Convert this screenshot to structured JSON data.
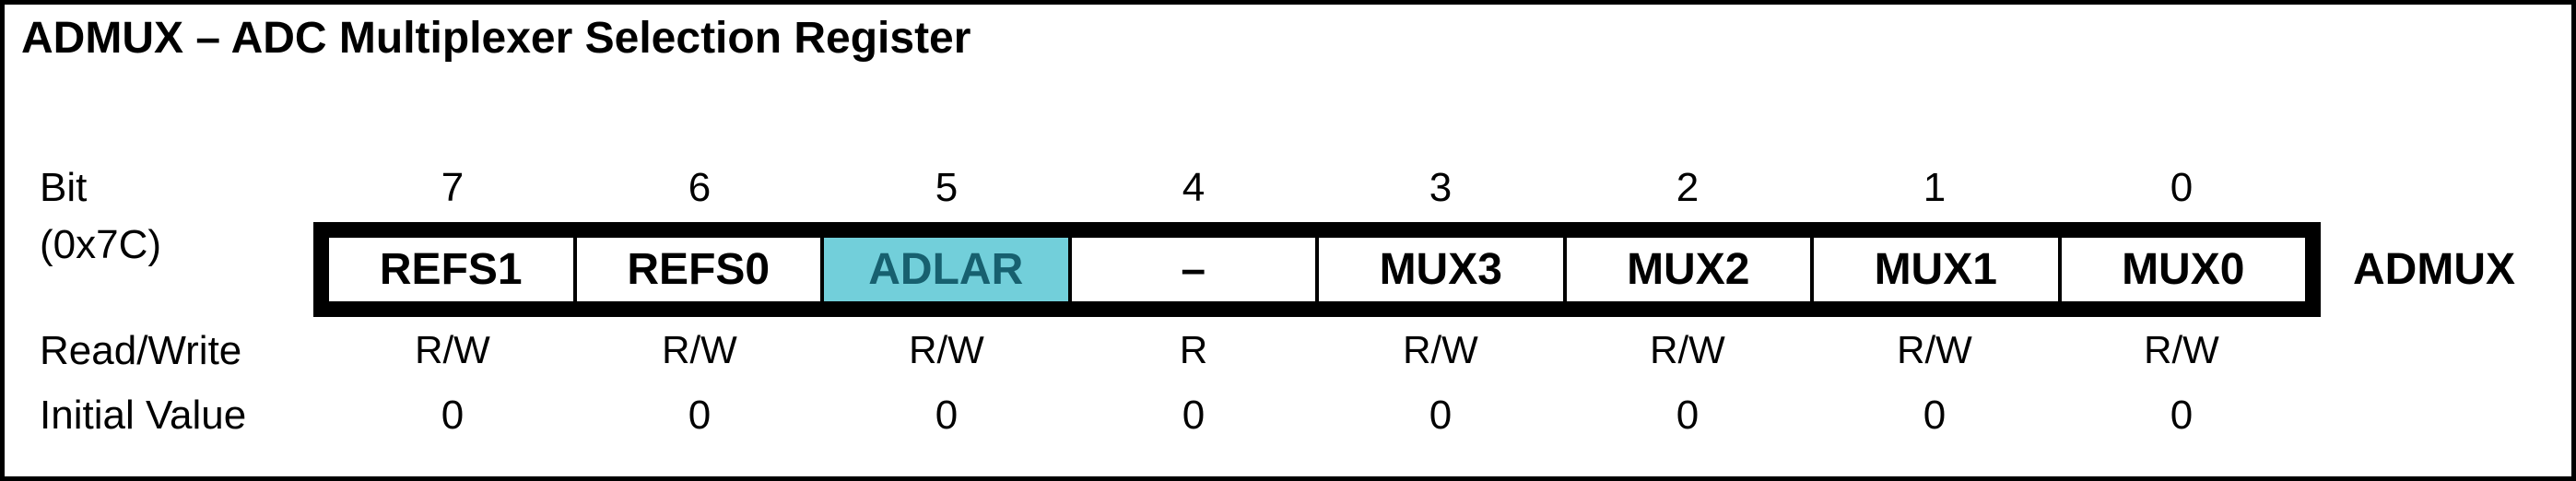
{
  "title": "ADMUX – ADC Multiplexer Selection Register",
  "register": {
    "name": "ADMUX",
    "address": "(0x7C)",
    "row_labels": {
      "bit": "Bit",
      "read_write": "Read/Write",
      "initial_value": "Initial Value"
    },
    "bits": [
      {
        "bit": "7",
        "field": "REFS1",
        "access": "R/W",
        "initial": "0",
        "highlighted": false
      },
      {
        "bit": "6",
        "field": "REFS0",
        "access": "R/W",
        "initial": "0",
        "highlighted": false
      },
      {
        "bit": "5",
        "field": "ADLAR",
        "access": "R/W",
        "initial": "0",
        "highlighted": true
      },
      {
        "bit": "4",
        "field": "–",
        "access": "R",
        "initial": "0",
        "highlighted": false
      },
      {
        "bit": "3",
        "field": "MUX3",
        "access": "R/W",
        "initial": "0",
        "highlighted": false
      },
      {
        "bit": "2",
        "field": "MUX2",
        "access": "R/W",
        "initial": "0",
        "highlighted": false
      },
      {
        "bit": "1",
        "field": "MUX1",
        "access": "R/W",
        "initial": "0",
        "highlighted": false
      },
      {
        "bit": "0",
        "field": "MUX0",
        "access": "R/W",
        "initial": "0",
        "highlighted": false
      }
    ],
    "colors": {
      "highlight_bg": "#72CFDA",
      "highlight_text": "#17606F",
      "border": "#000000"
    }
  }
}
